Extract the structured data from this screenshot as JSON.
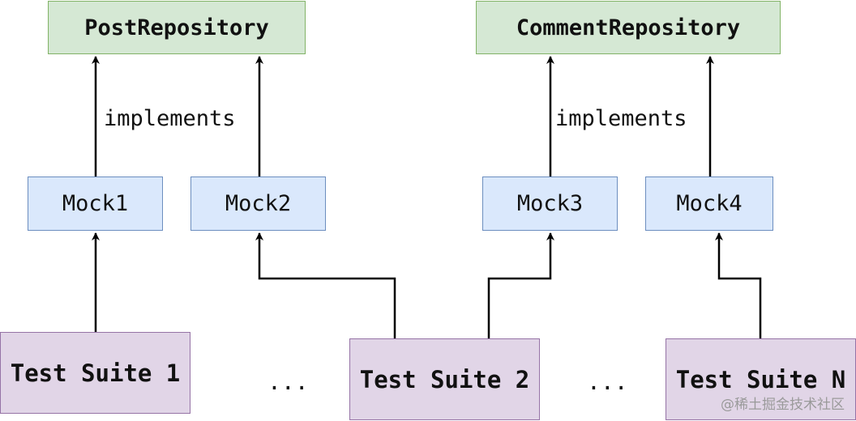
{
  "repositories": {
    "post": "PostRepository",
    "comment": "CommentRepository"
  },
  "mocks": {
    "mock1": "Mock1",
    "mock2": "Mock2",
    "mock3": "Mock3",
    "mock4": "Mock4"
  },
  "edge_labels": {
    "post_implements": "implements",
    "comment_implements": "implements"
  },
  "test_suites": {
    "suite1": "Test Suite 1",
    "suite2": "Test Suite 2",
    "suiteN": "Test Suite N"
  },
  "ellipses": {
    "first": "...",
    "second": "..."
  },
  "watermark": "@稀土掘金技术社区",
  "colors": {
    "repository_fill": "#d5e8d4",
    "repository_stroke": "#82b366",
    "mock_fill": "#dae8fc",
    "mock_stroke": "#6c8ebf",
    "suite_fill": "#e1d5e7",
    "suite_stroke": "#9673a6",
    "edge": "#000000"
  }
}
